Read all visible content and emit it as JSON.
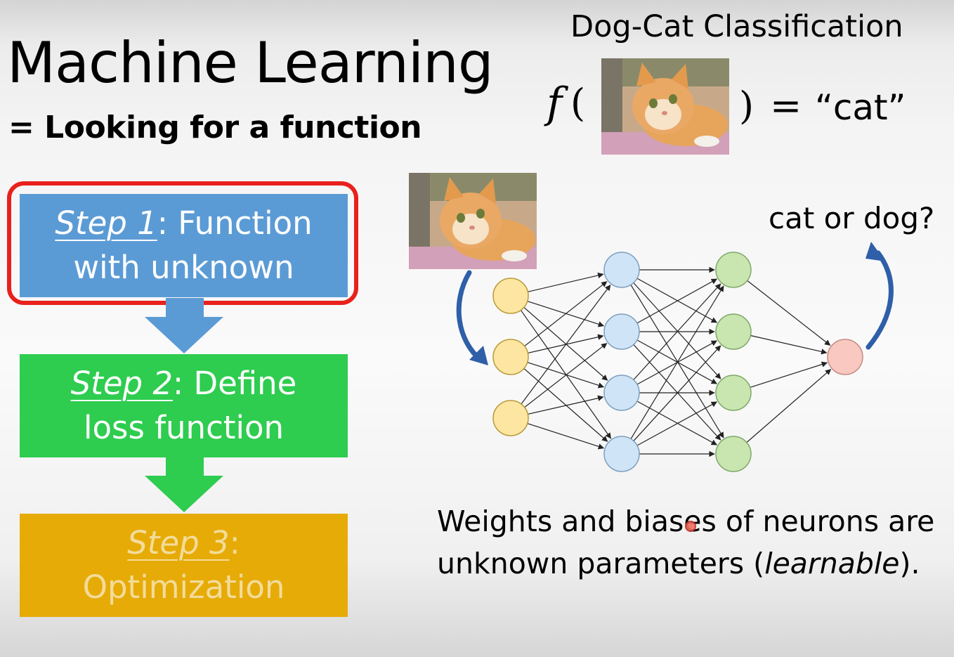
{
  "slide": {
    "title": "Machine Learning",
    "subtitle": "= Looking for a function"
  },
  "steps": [
    {
      "label": "Step 1",
      "rest": ": Function",
      "line2": "with unknown",
      "color": "#5b9bd5",
      "highlighted": true
    },
    {
      "label": "Step 2",
      "rest": ": Define",
      "line2": "loss function",
      "color": "#2ecc4f",
      "highlighted": false
    },
    {
      "label": "Step 3",
      "rest": ":",
      "line2": "Optimization",
      "color": "#e6ab07",
      "highlighted": false
    }
  ],
  "example": {
    "title": "Dog-Cat Classification",
    "f": "f",
    "open_paren": "(",
    "close_paren": ")",
    "equals": "=",
    "result": "“cat”",
    "input_image": "cat-photo"
  },
  "network": {
    "input_image": "cat-photo",
    "layers": [
      {
        "name": "input",
        "neurons": 3,
        "color": "#fde6a2"
      },
      {
        "name": "hidden-1",
        "neurons": 4,
        "color": "#cfe4f6"
      },
      {
        "name": "hidden-2",
        "neurons": 4,
        "color": "#c9e6b0"
      },
      {
        "name": "output",
        "neurons": 1,
        "color": "#f9c8c0"
      }
    ],
    "output_label": "cat or dog?",
    "arrow_color": "#2e5fa8"
  },
  "note": {
    "prefix": "Weights and biases of neurons are",
    "line2_prefix": "unknown parameters (",
    "italic": "learnable",
    "line2_suffix": ")."
  },
  "highlight_color": "#e8211c"
}
